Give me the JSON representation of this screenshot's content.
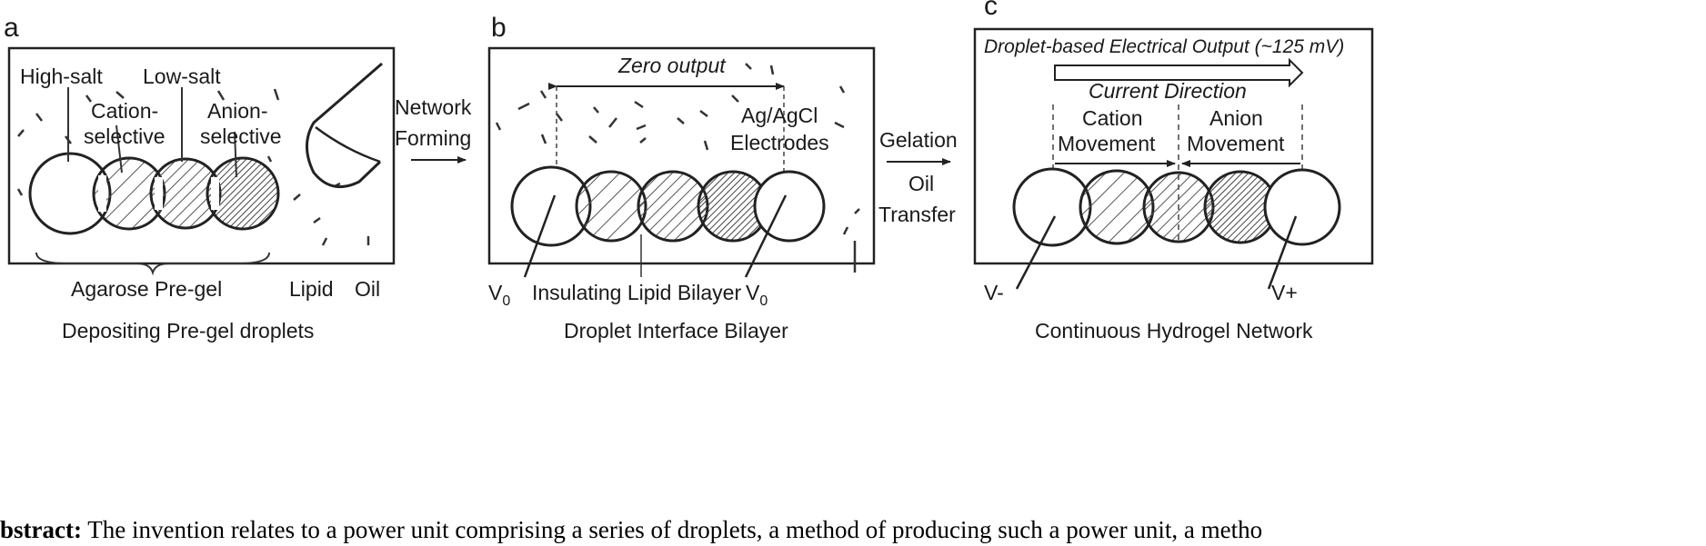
{
  "panels": {
    "a": {
      "letter": "a",
      "high_salt": "High-salt",
      "low_salt": "Low-salt",
      "cation_line1": "Cation-",
      "cation_line2": "selective",
      "anion_line1": "Anion-",
      "anion_line2": "selective",
      "agarose": "Agarose Pre-gel",
      "lipid": "Lipid",
      "oil": "Oil",
      "caption": "Depositing Pre-gel droplets"
    },
    "arrow1": {
      "line1": "Network",
      "line2": "Forming"
    },
    "b": {
      "letter": "b",
      "zero_output": "Zero output",
      "electrodes_line1": "Ag/AgCl",
      "electrodes_line2": "Electrodes",
      "v0_left": "V",
      "v0_right": "V",
      "v0_sub": "0",
      "bilayer": "Insulating Lipid Bilayer",
      "caption": "Droplet Interface Bilayer"
    },
    "arrow2": {
      "line1": "Gelation",
      "line2": "Oil",
      "line3": "Transfer"
    },
    "c": {
      "letter": "c",
      "output": "Droplet-based Electrical Output (~125 mV)",
      "current": "Current Direction",
      "cation_line1": "Cation",
      "cation_line2": "Movement",
      "anion_line1": "Anion",
      "anion_line2": "Movement",
      "v_minus": "V-",
      "v_plus": "V+",
      "caption": "Continuous Hydrogel Network"
    }
  },
  "abstract": {
    "label": "bstract:",
    "text": " The invention relates to a power unit comprising a series of droplets, a method of producing such a power unit, a metho"
  }
}
